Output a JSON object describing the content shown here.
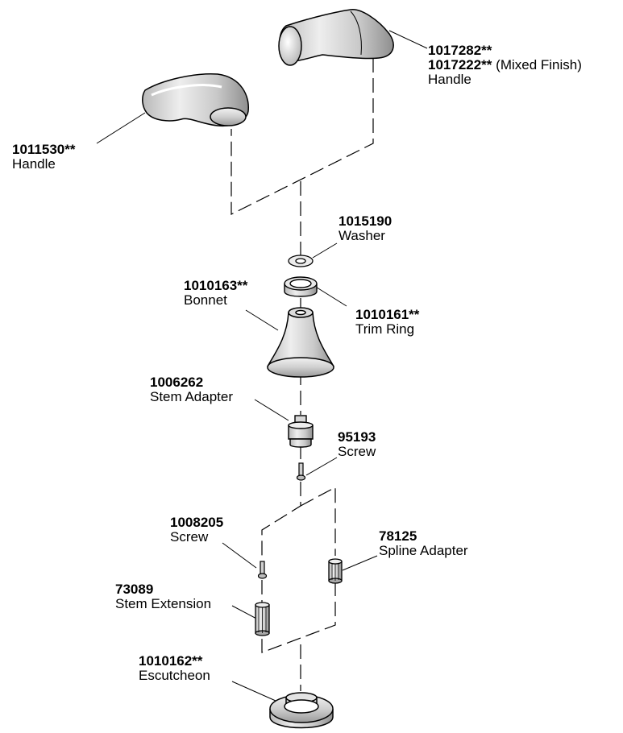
{
  "parts": [
    {
      "id": "handle-lever-right",
      "part_number": "1017282**",
      "alt_part_number": "1017222**",
      "alt_note": "(Mixed Finish)",
      "name": "Handle"
    },
    {
      "id": "handle-left",
      "part_number": "1011530**",
      "name": "Handle"
    },
    {
      "id": "washer",
      "part_number": "1015190",
      "name": "Washer"
    },
    {
      "id": "bonnet",
      "part_number": "1010163**",
      "name": "Bonnet"
    },
    {
      "id": "trim-ring",
      "part_number": "1010161**",
      "name": "Trim Ring"
    },
    {
      "id": "stem-adapter",
      "part_number": "1006262",
      "name": "Stem Adapter"
    },
    {
      "id": "screw-95193",
      "part_number": "95193",
      "name": "Screw"
    },
    {
      "id": "screw-1008205",
      "part_number": "1008205",
      "name": "Screw"
    },
    {
      "id": "spline-adapter",
      "part_number": "78125",
      "name": "Spline Adapter"
    },
    {
      "id": "stem-extension",
      "part_number": "73089",
      "name": "Stem Extension"
    },
    {
      "id": "escutcheon",
      "part_number": "1010162**",
      "name": "Escutcheon"
    }
  ]
}
